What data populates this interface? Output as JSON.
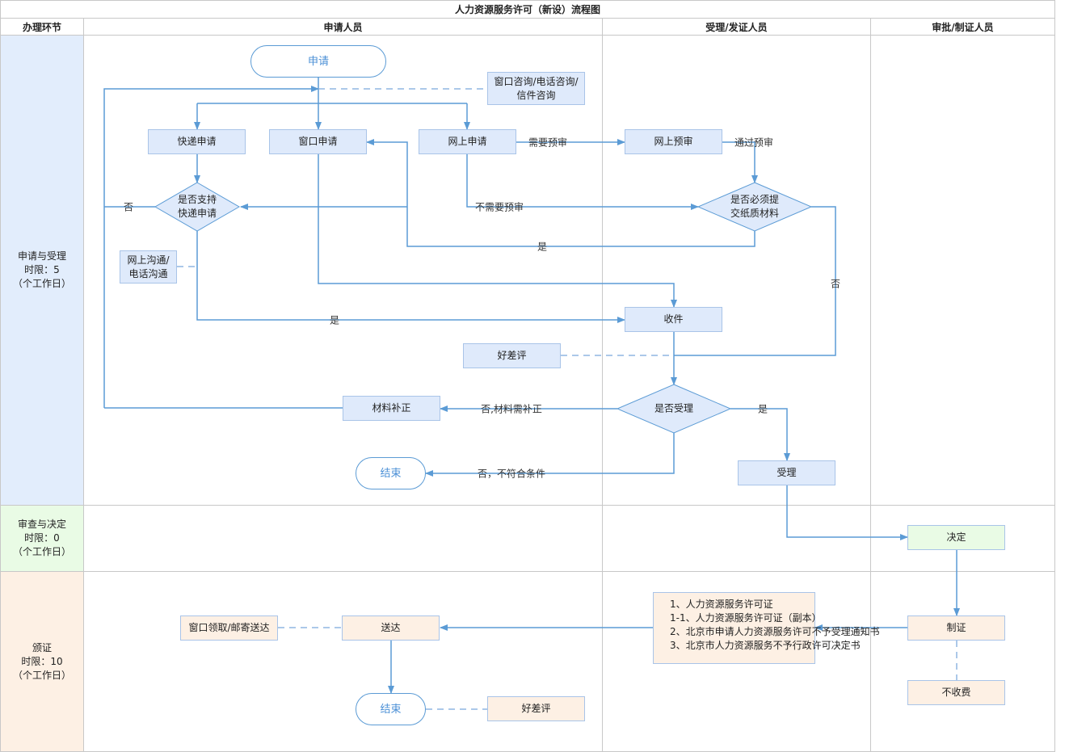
{
  "title": "人力资源服务许可（新设）流程图",
  "headers": [
    "办理环节",
    "申请人员",
    "受理/发证人员",
    "审批/制证人员"
  ],
  "lanes": [
    {
      "label": "申请与受理\n时限：5\n（个工作日）",
      "color": "#e2edfc"
    },
    {
      "label": "审查与决定\n时限：0\n（个工作日）",
      "color": "#e9fbe5"
    },
    {
      "label": "颁证\n时限：10\n（个工作日）",
      "color": "#fdf0e4"
    }
  ],
  "nodes": {
    "apply": "申请",
    "consult": "窗口咨询/电话咨询/\n信件咨询",
    "express_apply": "快递申请",
    "window_apply": "窗口申请",
    "online_apply": "网上申请",
    "online_precheck": "网上预审",
    "express_support": "是否支持\n快递申请",
    "paper_required": "是否必须提\n交纸质材料",
    "online_comm": "网上沟通/\n电话沟通",
    "receive": "收件",
    "rating1": "好差评",
    "accept_decision": "是否受理",
    "supplement": "材料补正",
    "end1": "结束",
    "accept": "受理",
    "decide": "决定",
    "make_cert": "制证",
    "no_fee": "不收费",
    "docs": [
      "1、人力资源服务许可证",
      "1-1、人力资源服务许可证（副本）",
      "2、北京市申请人力资源服务许可不予受理通知书",
      "3、北京市人力资源服务不予行政许可决定书"
    ],
    "deliver": "送达",
    "pickup": "窗口领取/邮寄送达",
    "end2": "结束",
    "rating2": "好差评"
  },
  "edge_labels": {
    "no1": "否",
    "need_precheck": "需要预审",
    "pass_precheck": "通过预审",
    "no_precheck": "不需要预审",
    "yes1": "是",
    "yes2": "是",
    "no2": "否",
    "no_supplement": "否,材料需补正",
    "no_unqualified": "否，不符合条件",
    "yes3": "是"
  },
  "colors": {
    "line": "#5b9bd5",
    "node_fill": "#dfeafb"
  }
}
